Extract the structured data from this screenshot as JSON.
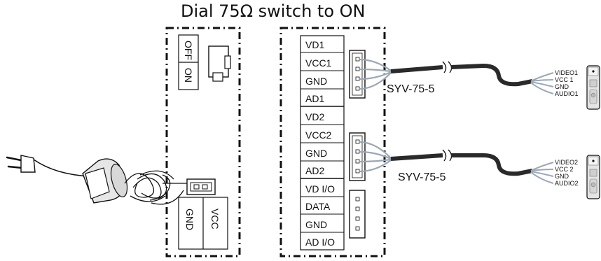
{
  "title": "Dial 75Ω switch to ON",
  "switch_panel": {
    "off_label": "OFF",
    "on_label": "ON"
  },
  "power_panel": {
    "gnd_label": "GND",
    "vcc_label": "VCC"
  },
  "terminal_groups": [
    {
      "labels": [
        "VD1",
        "VCC1",
        "GND",
        "AD1"
      ]
    },
    {
      "labels": [
        "VD2",
        "VCC2",
        "GND",
        "AD2"
      ]
    },
    {
      "labels": [
        "VD I/O",
        "DATA",
        "GND",
        "AD I/O"
      ]
    }
  ],
  "cables": [
    {
      "type_label": "SYV-75-5",
      "wires": [
        "VIDEO1",
        "VCC 1",
        "GND",
        "AUDIO1"
      ]
    },
    {
      "type_label": "SYV-75-5",
      "wires": [
        "VIDEO2",
        "VCC 2",
        "GND",
        "AUDIO2"
      ]
    }
  ],
  "colors": {
    "line": "#111111",
    "cable": "#2a2a2a",
    "wire": "#9aa8b4",
    "plug": "#e6e6e6"
  }
}
